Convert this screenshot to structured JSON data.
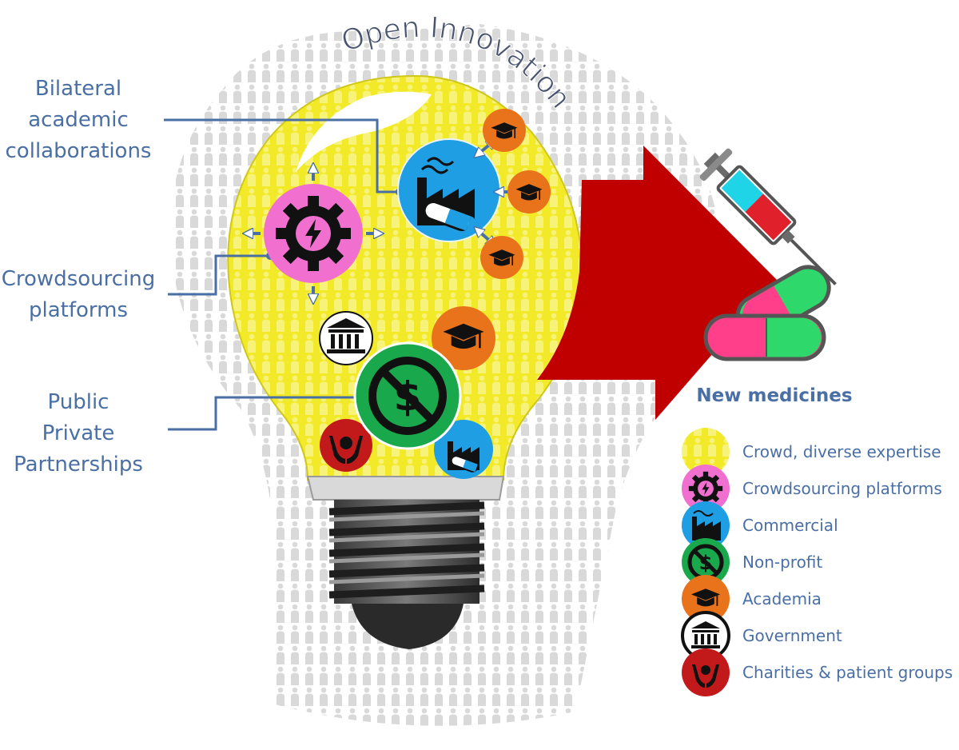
{
  "title": "Open Innovation",
  "labels": {
    "bilateral": [
      "Bilateral",
      "academic",
      "collaborations"
    ],
    "crowdsourcing": [
      "Crowdsourcing",
      "platforms"
    ],
    "ppp": [
      "Public",
      "Private",
      "Partnerships"
    ]
  },
  "output_label": "New medicines",
  "legend": [
    {
      "label": "Crowd, diverse expertise",
      "icon": "crowd-icon",
      "color": "#f2ea28"
    },
    {
      "label": "Crowdsourcing platforms",
      "icon": "gear-icon",
      "color": "#f06fcf"
    },
    {
      "label": "Commercial",
      "icon": "factory-icon",
      "color": "#1f9ee3"
    },
    {
      "label": "Non-profit",
      "icon": "no-dollar-icon",
      "color": "#1aa84c"
    },
    {
      "label": "Academia",
      "icon": "graduation-cap-icon",
      "color": "#e8731a"
    },
    {
      "label": "Government",
      "icon": "government-building-icon",
      "color": "#ffffff"
    },
    {
      "label": "Charities & patient groups",
      "icon": "hands-icon",
      "color": "#c21a1a"
    }
  ],
  "colors": {
    "bulb": "#f2ea28",
    "arrow": "#c00000",
    "text": "#4a6fa5",
    "connector": "#4a6fa5"
  }
}
